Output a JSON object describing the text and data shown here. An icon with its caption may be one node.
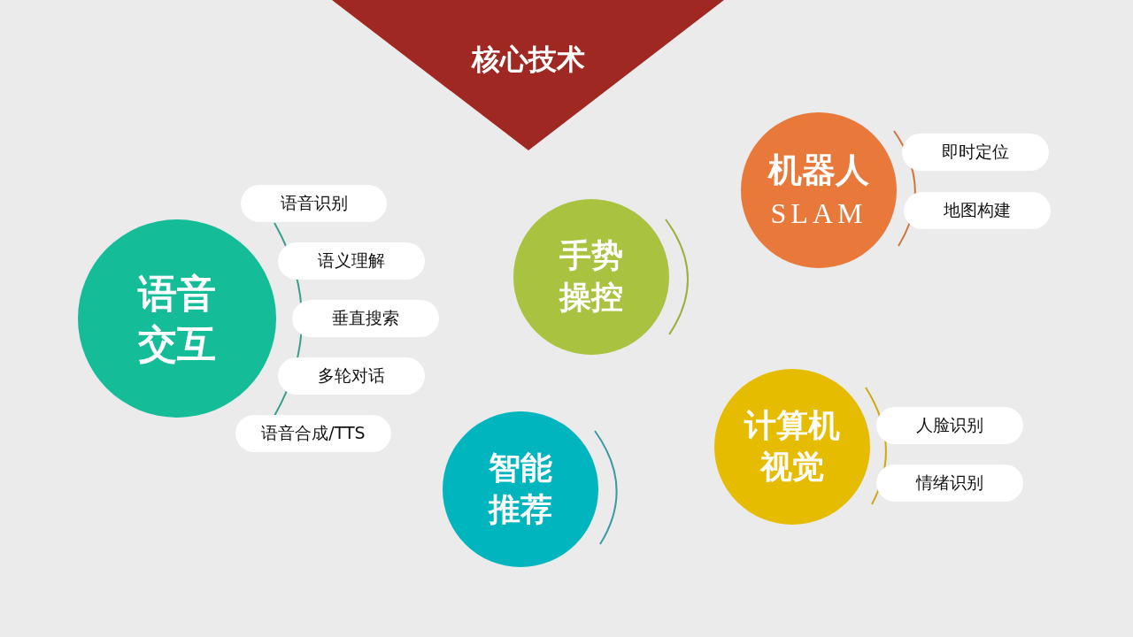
{
  "diagram": {
    "title": "核心技术",
    "nodes": [
      {
        "text": [
          "机器人",
          "SLAM"
        ]
      },
      {
        "text": [
          "即时定位"
        ]
      },
      {
        "text": [
          "地图构建"
        ]
      },
      {
        "text": [
          "语音交互"
        ]
      },
      {
        "text": [
          "语音识别"
        ]
      },
      {
        "text": [
          "语义理解"
        ]
      },
      {
        "text": [
          "垂直搜索"
        ]
      },
      {
        "text": [
          "多轮对话"
        ]
      },
      {
        "text": [
          "语音合成/TTS"
        ]
      },
      {
        "text": [
          "手势操控"
        ]
      },
      {
        "text": [
          "计算机视觉"
        ]
      },
      {
        "text": [
          "人脸识别"
        ]
      },
      {
        "text": [
          "情绪识别"
        ]
      },
      {
        "text": [
          "智能推荐"
        ]
      }
    ]
  }
}
